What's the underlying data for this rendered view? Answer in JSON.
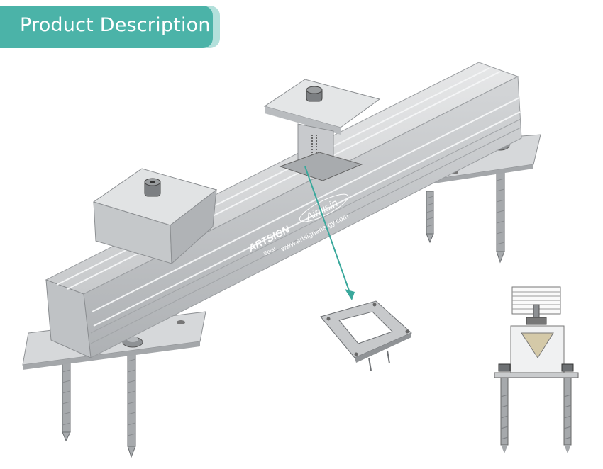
{
  "header": {
    "title": "Product Description"
  },
  "watermark": {
    "brand": "ARTSIGN",
    "brand_sub": "Solar",
    "brand2": "Aimisin",
    "url": "www.artsignenergy.com"
  },
  "colors": {
    "accent": "#4bb3a8",
    "accent_light": "#b3e0db",
    "metal": "#c9cbcd"
  }
}
